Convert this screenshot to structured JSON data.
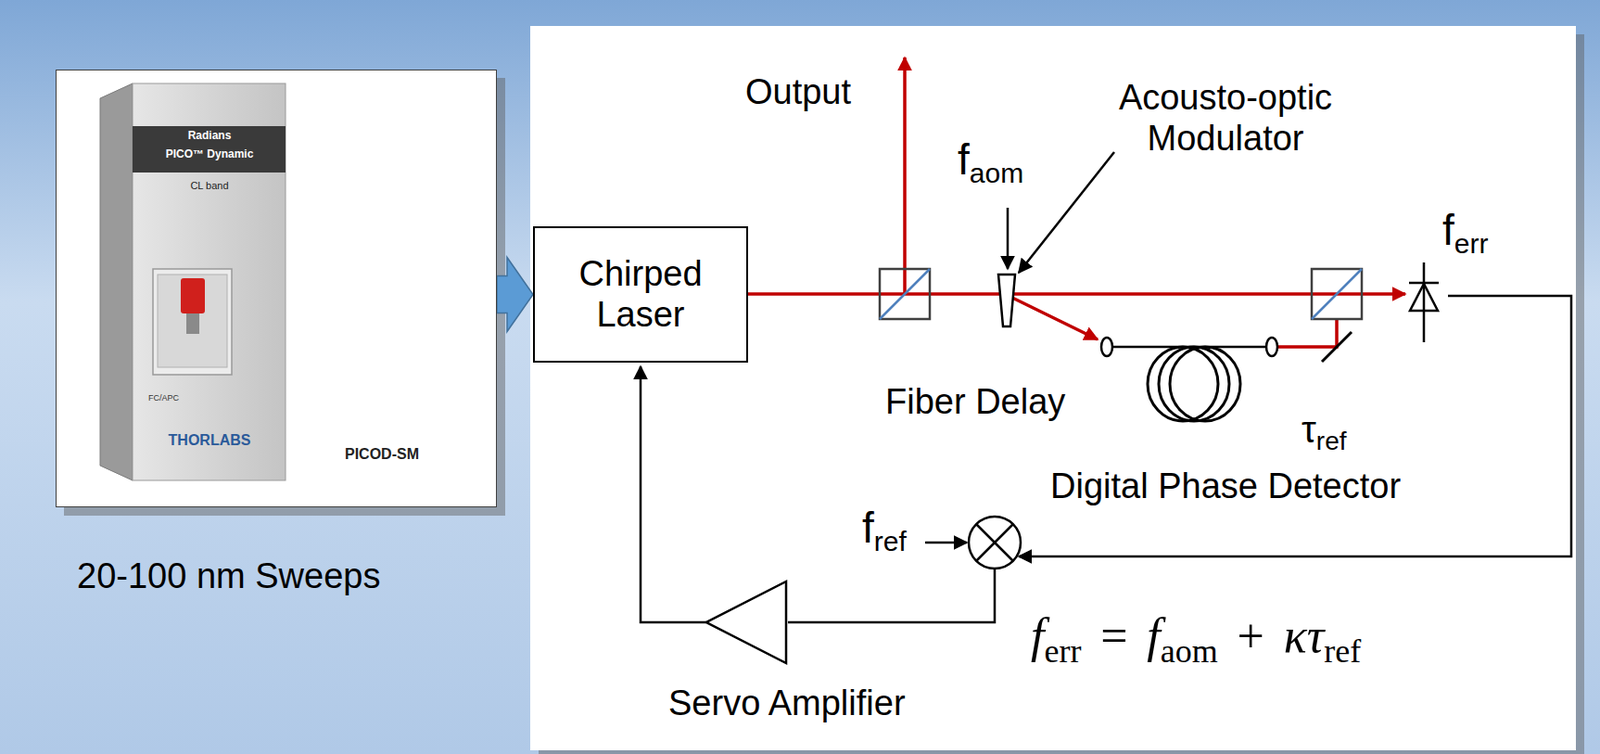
{
  "diagram": {
    "nodes": [
      {
        "text": [
          "20-100 nm Sweeps"
        ]
      },
      {
        "text": [
          "Chirped Laser"
        ]
      }
    ],
    "edges": [
      {
        "from": 0,
        "to": 1,
        "arrow": "to"
      }
    ],
    "labels": [
      "Radians",
      "PICO™ Dynamic",
      "CL band",
      "FC/APC",
      "THORLABS",
      "PICOD-SM",
      "Output",
      "f",
      "aom",
      "Acousto-optic Modulator",
      "f",
      "err",
      "Fiber Delay",
      "τ",
      "ref",
      "Digital Phase Detector",
      "f",
      "ref",
      "Servo Amplifier",
      "f",
      "err",
      "=",
      "f",
      "aom",
      "+",
      "κτ",
      "ref"
    ]
  }
}
